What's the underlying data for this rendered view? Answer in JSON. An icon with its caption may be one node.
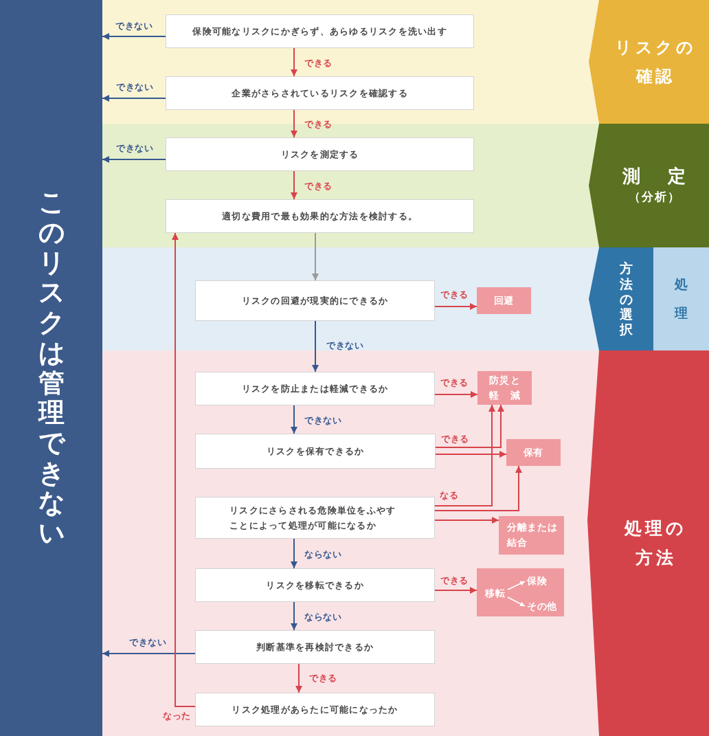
{
  "diagram": {
    "nodes": [
      {
        "text": [
          "このリスクは管理できない"
        ]
      },
      {
        "text": [
          "リスクの確認"
        ]
      },
      {
        "text": [
          "保険可能なリスクにかぎらず、あらゆるリスクを洗い出す"
        ],
        "in": 1
      },
      {
        "text": [
          "企業がさらされているリスクを確認する"
        ],
        "in": 1
      },
      {
        "text": [
          "測定",
          "（分析）"
        ]
      },
      {
        "text": [
          "リスクを測定する"
        ],
        "in": 4
      },
      {
        "text": [
          "適切な費用で最も効果的な方法を検討する。"
        ],
        "in": 4
      },
      {
        "text": [
          "方法の選択"
        ]
      },
      {
        "text": [
          "処理"
        ],
        "in": 7
      },
      {
        "text": [
          "リスクの回避が現実的にできるか"
        ],
        "in": 7
      },
      {
        "text": [
          "回避"
        ],
        "in": 7
      },
      {
        "text": [
          "処理の方法"
        ]
      },
      {
        "text": [
          "リスクを防止または軽減できるか"
        ],
        "in": 11
      },
      {
        "text": [
          "防災と軽減"
        ],
        "in": 11
      },
      {
        "text": [
          "リスクを保有できるか"
        ],
        "in": 11
      },
      {
        "text": [
          "保有"
        ],
        "in": 11
      },
      {
        "text": [
          "リスクにさらされる危険単位をふやすことによって処理が可能になるか"
        ],
        "in": 11
      },
      {
        "text": [
          "分離または結合"
        ],
        "in": 11
      },
      {
        "text": [
          "リスクを移転できるか"
        ],
        "in": 11
      },
      {
        "text": [],
        "shape": "box",
        "in": 11
      },
      {
        "text": [
          "移転"
        ],
        "in": 19
      },
      {
        "text": [
          "保険"
        ],
        "in": 19
      },
      {
        "text": [
          "その他"
        ],
        "in": 19
      },
      {
        "text": [
          "判断基準を再検討できるか"
        ],
        "in": 11
      },
      {
        "text": [
          "リスク処理があらたに可能になったか"
        ],
        "in": 11
      }
    ],
    "edges": [
      {
        "from": 2,
        "to": 0,
        "arrow": "to",
        "label": "できない",
        "color": "#37588f"
      },
      {
        "from": 2,
        "to": 3,
        "arrow": "to",
        "label": "できる"
      },
      {
        "from": 3,
        "to": 0,
        "arrow": "to",
        "label": "できない",
        "color": "#37588f"
      },
      {
        "from": 3,
        "to": 5,
        "arrow": "to",
        "label": "できる"
      },
      {
        "from": 5,
        "to": 0,
        "arrow": "to",
        "label": "できない",
        "color": "#37588f"
      },
      {
        "from": 5,
        "to": 6,
        "arrow": "to",
        "label": "できる"
      },
      {
        "from": 6,
        "to": 9,
        "arrow": "to",
        "color": "#9a9a9a"
      },
      {
        "from": 9,
        "to": 10,
        "arrow": "to",
        "label": "できる"
      },
      {
        "from": 9,
        "to": 12,
        "arrow": "to",
        "label": "できない",
        "color": "#37588f"
      },
      {
        "from": 12,
        "to": 13,
        "arrow": "to",
        "label": "できる"
      },
      {
        "from": 12,
        "to": 14,
        "arrow": "to",
        "label": "できない",
        "color": "#37588f"
      },
      {
        "from": 14,
        "to": 13,
        "arrow": "to",
        "label": "できる"
      },
      {
        "from": 14,
        "to": 15,
        "arrow": "to"
      },
      {
        "from": 16,
        "to": 13,
        "arrow": "to",
        "label": "なる"
      },
      {
        "from": 16,
        "to": 15,
        "arrow": "to"
      },
      {
        "from": 16,
        "to": 17,
        "arrow": "to"
      },
      {
        "from": 16,
        "to": 18,
        "arrow": "to",
        "label": "ならない",
        "color": "#37588f"
      },
      {
        "from": 18,
        "to": 19,
        "arrow": "to",
        "label": "できる"
      },
      {
        "from": 20,
        "to": 21,
        "arrow": "to",
        "color": "#ffffff"
      },
      {
        "from": 20,
        "to": 22,
        "arrow": "to",
        "color": "#ffffff"
      },
      {
        "from": 18,
        "to": 23,
        "arrow": "to",
        "label": "ならない",
        "color": "#37588f"
      },
      {
        "from": 23,
        "to": 0,
        "arrow": "to",
        "label": "できない",
        "color": "#37588f"
      },
      {
        "from": 23,
        "to": 24,
        "arrow": "to",
        "label": "できる"
      },
      {
        "from": 24,
        "to": 6,
        "arrow": "to",
        "label": "なった"
      }
    ]
  }
}
